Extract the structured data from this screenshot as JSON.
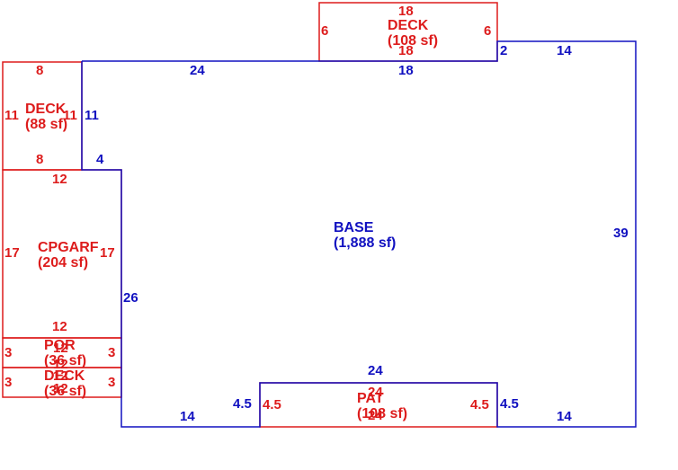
{
  "colors": {
    "base": "#1010c0",
    "addition": "#dd1c1c"
  },
  "areas": {
    "base": {
      "name": "BASE",
      "area": "(1,888 sf)"
    },
    "deck_top": {
      "name": "DECK",
      "area": "(108 sf)"
    },
    "deck_left": {
      "name": "DECK",
      "area": "(88 sf)"
    },
    "cpgarf": {
      "name": "CPGARF",
      "area": "(204 sf)"
    },
    "por": {
      "name": "POR",
      "area": "(36 sf)"
    },
    "deck_small": {
      "name": "DECK",
      "area": "(36 sf)"
    },
    "pat": {
      "name": "PAT",
      "area": "(108 sf)"
    }
  },
  "dims": {
    "base": {
      "top_left": "24",
      "top_mid": "18",
      "step_right": "2",
      "top_right": "14",
      "right": "39",
      "bottom_right": "14",
      "pat_right": "4.5",
      "pat_top": "24",
      "pat_left": "4.5",
      "bottom_left": "14",
      "left_lower": "26",
      "left_step": "4",
      "left_upper": "11"
    },
    "deck_top": {
      "top": "18",
      "bottom": "18",
      "left": "6",
      "right": "6"
    },
    "deck_left": {
      "top": "8",
      "bottom": "8",
      "left": "11",
      "right": "11"
    },
    "cpgarf": {
      "top": "12",
      "bottom": "12",
      "left": "17",
      "right": "17"
    },
    "por": {
      "left": "3",
      "right": "3",
      "top": "12",
      "bottom": "12"
    },
    "deck_small": {
      "left": "3",
      "right": "3",
      "top": "12",
      "bottom": "12"
    },
    "pat": {
      "top": "24",
      "bottom": "24",
      "left": "4.5",
      "right": "4.5"
    }
  }
}
